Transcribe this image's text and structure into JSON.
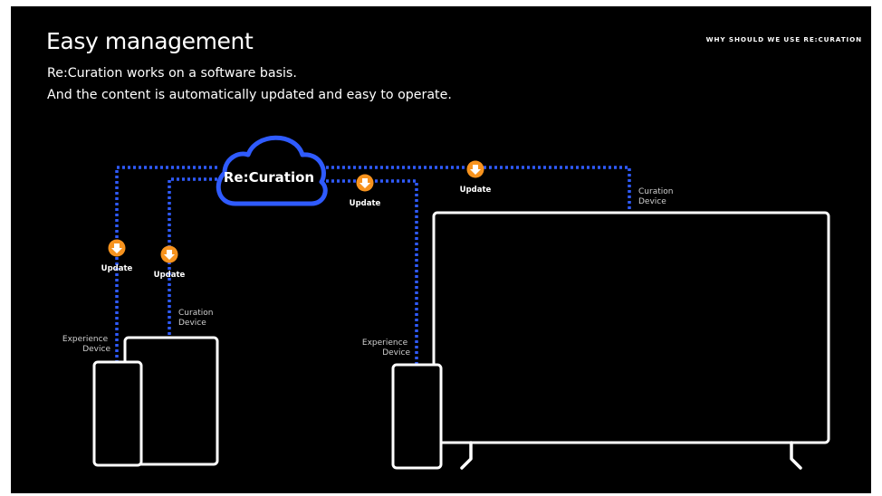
{
  "slide": {
    "title": "Easy management",
    "description": [
      "Re:Curation works on a software basis.",
      "And the content is automatically updated and easy to operate."
    ],
    "section_label": "WHY SHOULD WE USE RE:CURATION"
  },
  "diagram": {
    "cloud_label": "Re:Curation",
    "update_label": "Update",
    "curation_device_label": [
      "Curation",
      "Device"
    ],
    "experience_device_label": [
      "Experience",
      "Device"
    ]
  },
  "colors": {
    "background": "#000000",
    "line": "#2f5bff",
    "update_badge": "#f7931e",
    "device_outline": "#ffffff"
  },
  "icons": {
    "update": "download-arrow-icon",
    "cloud": "cloud-icon"
  }
}
